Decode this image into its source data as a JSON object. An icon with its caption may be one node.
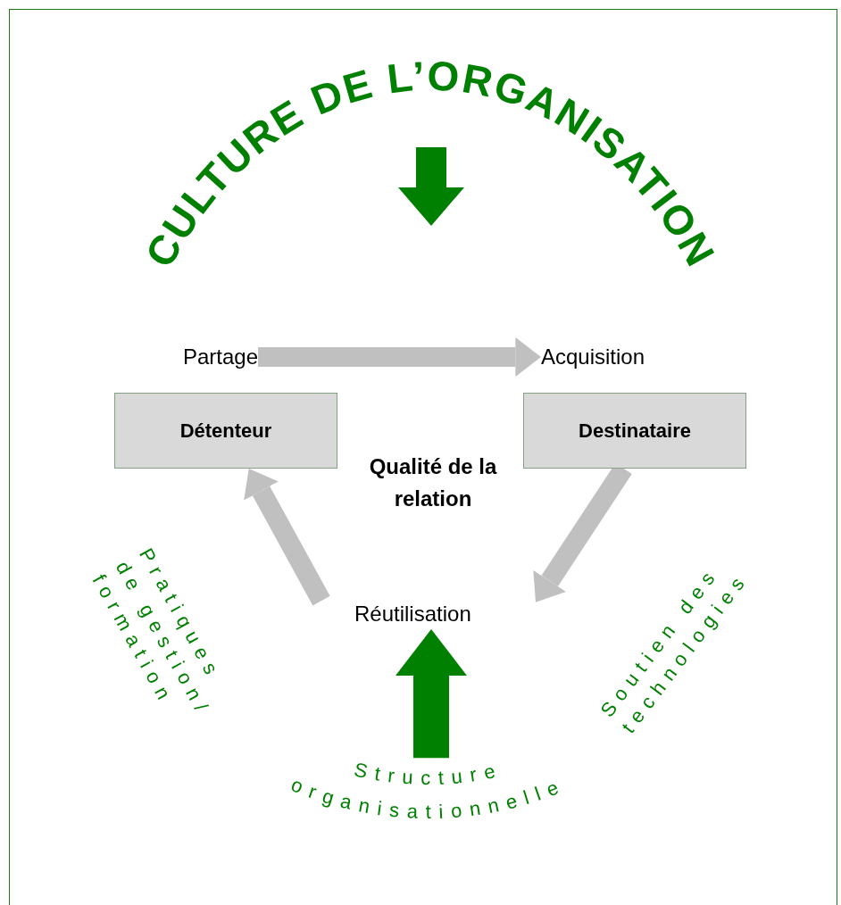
{
  "diagram": {
    "nodes": [
      {
        "text": [
          "Partage"
        ]
      },
      {
        "text": [
          "Détenteur"
        ]
      },
      {
        "text": [
          "Acquisition"
        ]
      },
      {
        "text": [
          "Destinataire"
        ]
      },
      {
        "text": [
          "Qualité de la relation"
        ]
      },
      {
        "text": [
          "Réutilisation"
        ]
      },
      {
        "text": [
          "CULTURE DE L’ORGANISATION"
        ]
      },
      {
        "text": [
          "Structure organisationnelle"
        ]
      }
    ],
    "edges": [
      {
        "from": 0,
        "to": 2,
        "arrow": "to"
      },
      {
        "from": 3,
        "to": 5,
        "arrow": "to"
      },
      {
        "from": 5,
        "to": 1,
        "arrow": "to"
      },
      {
        "from": 7,
        "to": 5,
        "arrow": "to",
        "style": "thick",
        "color": "#008000"
      }
    ],
    "labels": [
      "Pratiques de gestion/ formation",
      "Soutien des technologies"
    ]
  }
}
